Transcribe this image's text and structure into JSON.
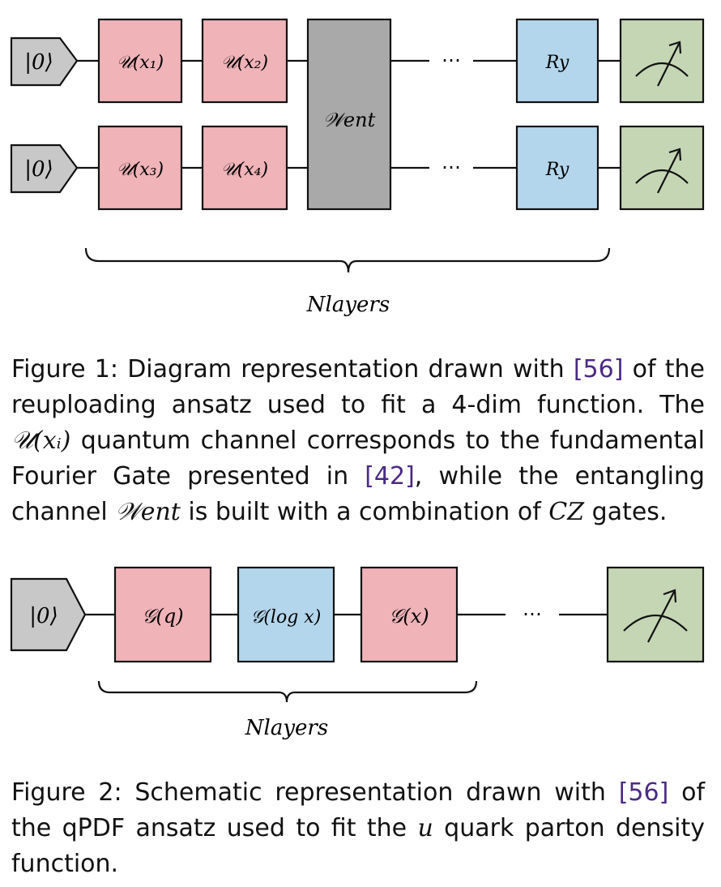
{
  "figure1": {
    "input_labels": [
      "|0⟩",
      "|0⟩"
    ],
    "row1_gates": [
      "𝒰(x₁)",
      "𝒰(x₂)"
    ],
    "row2_gates": [
      "𝒰(x₃)",
      "𝒰(x₄)"
    ],
    "entangler_label": "𝒲ent",
    "ellipsis": "⋯",
    "rotation_labels": [
      "Ry",
      "Ry"
    ],
    "brace_label": "Nlayers",
    "caption": {
      "prefix": "Figure 1: Diagram representation drawn with ",
      "cite_a": "[56]",
      "mid1": " of the reuploading ansatz used to fit a 4-dim function.  The ",
      "math_u": "𝒰(xᵢ)",
      "mid2": " quantum channel corresponds to the fundamental Fourier Gate presented in ",
      "cite_b": "[42]",
      "mid3": ", while the entangling channel ",
      "math_w": "𝒲ent",
      "mid4": " is built with a combination of ",
      "math_cz": "CZ",
      "suffix": " gates."
    }
  },
  "figure2": {
    "input_label": "|0⟩",
    "gates": [
      "𝒢(q)",
      "𝒢(log x)",
      "𝒢(x)"
    ],
    "ellipsis": "⋯",
    "brace_label": "Nlayers",
    "caption": {
      "prefix": "Figure 2: Schematic representation drawn with ",
      "cite": "[56]",
      "mid": " of the qPDF ansatz used to fit the ",
      "math_u": "u",
      "suffix": " quark parton density function."
    }
  },
  "colors": {
    "input": "#c8c8c8",
    "encoding_gate": "#efb3b8",
    "entangler": "#a9a9a9",
    "rotation": "#b4d6ec",
    "measurement": "#c5d6b4"
  }
}
